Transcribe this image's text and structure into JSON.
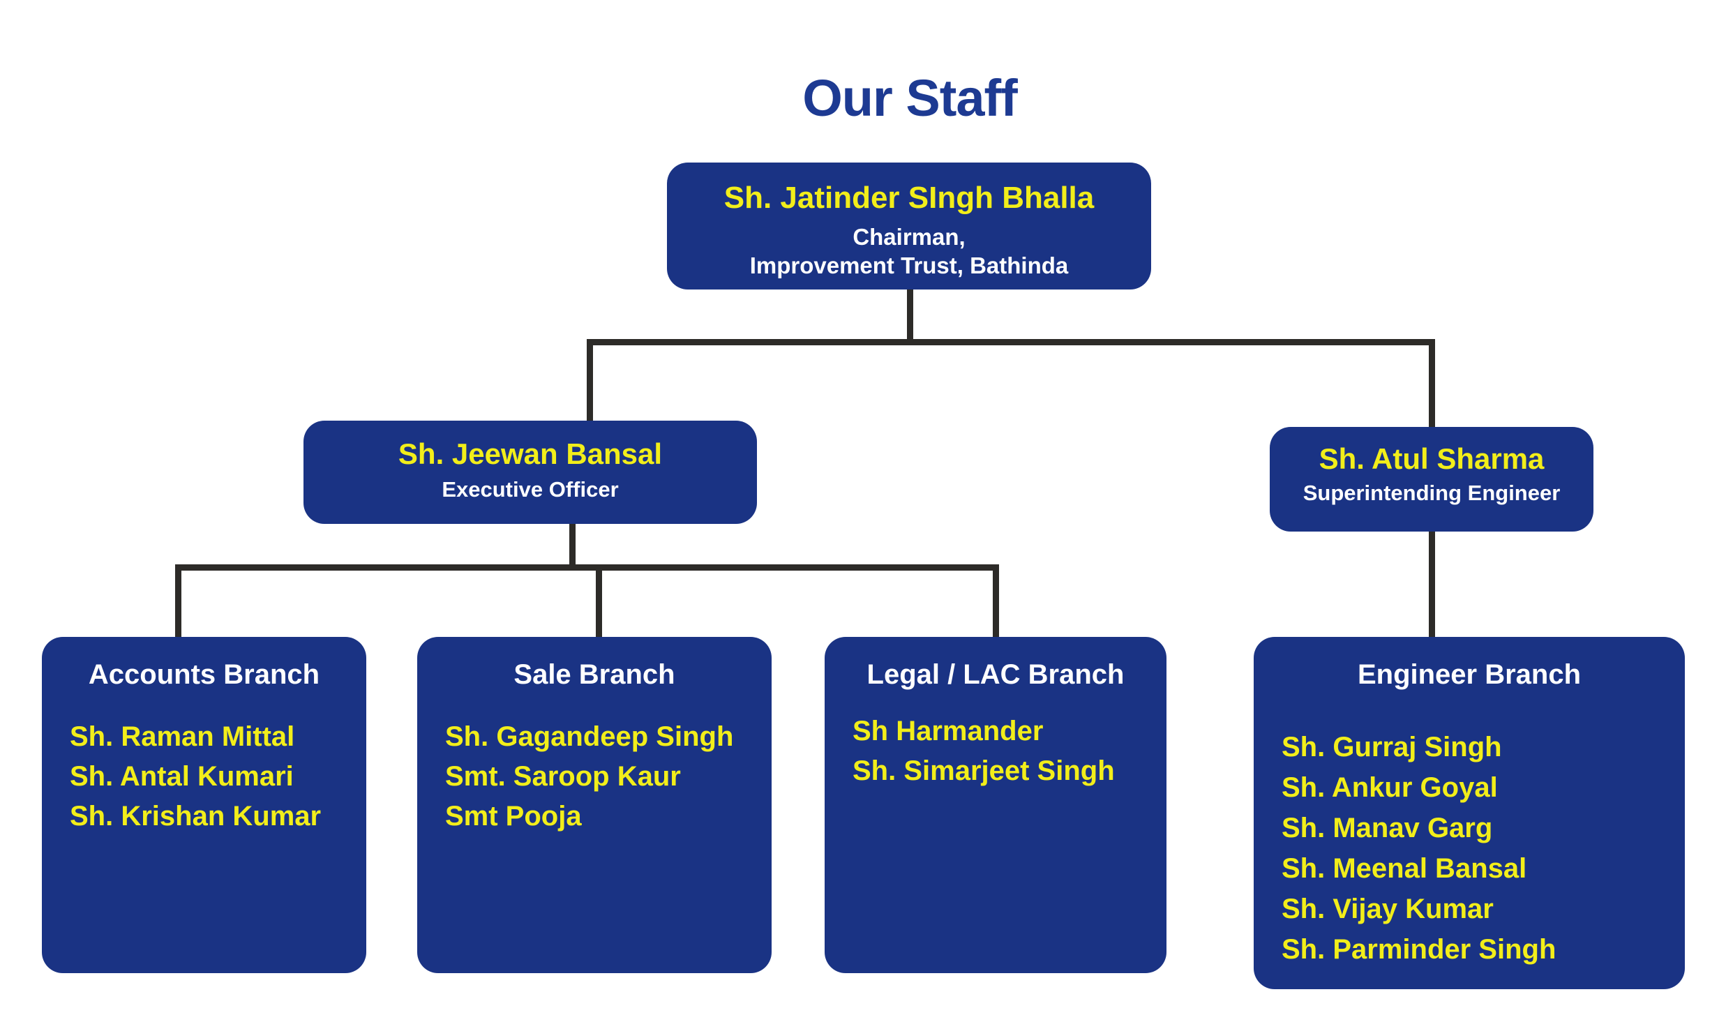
{
  "page": {
    "title": "Our Staff"
  },
  "colors": {
    "box_background": "#1a3384",
    "name_yellow": "#f2ee1a",
    "role_white": "#ffffff",
    "title_blue": "#1d3a92",
    "connector": "#2d2b28"
  },
  "org": {
    "root": {
      "name": "Sh. Jatinder SIngh Bhalla",
      "role_line1": "Chairman,",
      "role_line2": "Improvement Trust, Bathinda"
    },
    "level2": [
      {
        "name": "Sh. Jeewan Bansal",
        "role": "Executive Officer"
      },
      {
        "name": "Sh. Atul Sharma",
        "role": "Superintending Engineer"
      }
    ],
    "branches": [
      {
        "title": "Accounts Branch",
        "members": [
          "Sh. Raman Mittal",
          "Sh. Antal Kumari",
          "Sh. Krishan Kumar"
        ]
      },
      {
        "title": "Sale Branch",
        "members": [
          "Sh. Gagandeep Singh",
          "Smt. Saroop Kaur",
          "Smt Pooja"
        ]
      },
      {
        "title": "Legal / LAC Branch",
        "members": [
          "Sh Harmander",
          "Sh. Simarjeet Singh"
        ]
      },
      {
        "title": "Engineer Branch",
        "members": [
          "Sh. Gurraj Singh",
          "Sh. Ankur Goyal",
          "Sh. Manav Garg",
          "Sh. Meenal Bansal",
          "Sh. Vijay Kumar",
          "Sh. Parminder Singh"
        ]
      }
    ]
  }
}
